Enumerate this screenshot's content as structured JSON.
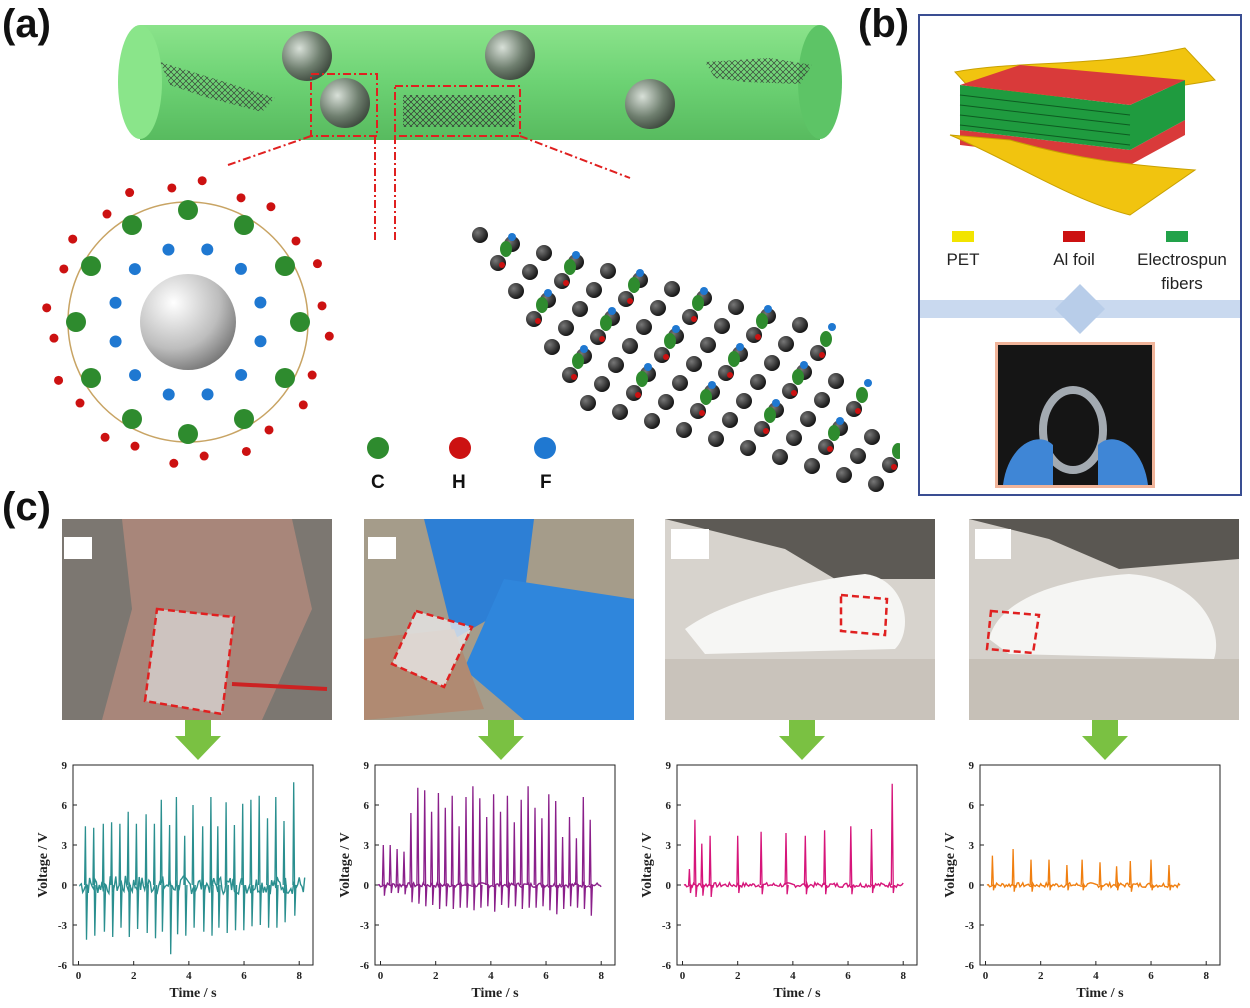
{
  "figure": {
    "panel_a_label": "(a)",
    "panel_b_label": "(b)",
    "panel_c_label": "(c)"
  },
  "panel_a": {
    "legend": [
      {
        "symbol": "C",
        "color": "#2e8b2e"
      },
      {
        "symbol": "H",
        "color": "#cc1111"
      },
      {
        "symbol": "F",
        "color": "#1f78d1"
      }
    ]
  },
  "panel_b": {
    "legend": [
      {
        "label": "PET",
        "color": "#f2e400"
      },
      {
        "label": "Al foil",
        "color": "#cc1111"
      },
      {
        "label": "Electrospun\nfibers",
        "color": "#22a24a"
      }
    ]
  },
  "panel_c": {
    "photos": [
      {
        "scene": "wrist",
        "icon": "wrist-photo"
      },
      {
        "scene": "finger-press",
        "icon": "gloved-hand-photo"
      },
      {
        "scene": "heel",
        "icon": "foot-heel-photo"
      },
      {
        "scene": "sole",
        "icon": "foot-sole-photo"
      }
    ]
  },
  "chart_data": [
    {
      "type": "line",
      "xlabel": "Time / s",
      "ylabel": "Voltage / V",
      "xlim": [
        -0.2,
        8.5
      ],
      "ylim": [
        -6,
        9
      ],
      "xticks": [
        0,
        2,
        4,
        6,
        8
      ],
      "yticks": [
        -6,
        -3,
        0,
        3,
        6,
        9
      ],
      "color": "#2a8f8f",
      "series": [
        {
          "peaks": [
            [
              0.25,
              4.4,
              -4.1
            ],
            [
              0.55,
              4.3,
              -3.8
            ],
            [
              0.9,
              4.6,
              -3.5
            ],
            [
              1.2,
              4.7,
              -3.9
            ],
            [
              1.5,
              4.6,
              -3.2
            ],
            [
              1.8,
              5.5,
              -3.9
            ],
            [
              2.1,
              4.6,
              -3.3
            ],
            [
              2.45,
              5.3,
              -3.6
            ],
            [
              2.75,
              4.6,
              -4.0
            ],
            [
              3.0,
              6.4,
              -3.5
            ],
            [
              3.3,
              4.5,
              -5.2
            ],
            [
              3.55,
              6.6,
              -3.7
            ],
            [
              3.85,
              3.7,
              -3.8
            ],
            [
              4.15,
              6.0,
              -3.2
            ],
            [
              4.5,
              4.4,
              -3.5
            ],
            [
              4.8,
              6.6,
              -3.8
            ],
            [
              5.05,
              4.4,
              -3.2
            ],
            [
              5.35,
              6.2,
              -3.6
            ],
            [
              5.65,
              4.5,
              -3.4
            ],
            [
              5.95,
              6.1,
              -3.4
            ],
            [
              6.25,
              6.4,
              -3.1
            ],
            [
              6.55,
              6.7,
              -3.0
            ],
            [
              6.85,
              5.0,
              -3.2
            ],
            [
              7.15,
              6.6,
              -3.2
            ],
            [
              7.45,
              4.8,
              -2.8
            ],
            [
              7.8,
              7.7,
              -2.3
            ]
          ]
        }
      ]
    },
    {
      "type": "line",
      "xlabel": "Time / s",
      "ylabel": "Voltage / V",
      "xlim": [
        -0.2,
        8.5
      ],
      "ylim": [
        -6,
        9
      ],
      "xticks": [
        0,
        2,
        4,
        6,
        8
      ],
      "yticks": [
        -6,
        -3,
        0,
        3,
        6,
        9
      ],
      "color": "#8a1f8a",
      "series": [
        {
          "peaks": [
            [
              0.1,
              3.0,
              -0.8
            ],
            [
              0.35,
              3.0,
              -0.6
            ],
            [
              0.6,
              2.7,
              -0.6
            ],
            [
              0.85,
              2.5,
              -0.7
            ],
            [
              1.1,
              5.4,
              -1.3
            ],
            [
              1.35,
              7.3,
              -1.4
            ],
            [
              1.6,
              7.1,
              -1.6
            ],
            [
              1.85,
              5.5,
              -1.5
            ],
            [
              2.1,
              6.9,
              -1.8
            ],
            [
              2.35,
              5.8,
              -1.6
            ],
            [
              2.6,
              6.7,
              -1.8
            ],
            [
              2.85,
              4.4,
              -1.7
            ],
            [
              3.1,
              6.6,
              -1.7
            ],
            [
              3.35,
              7.4,
              -1.9
            ],
            [
              3.6,
              6.5,
              -1.7
            ],
            [
              3.85,
              5.1,
              -1.6
            ],
            [
              4.1,
              6.8,
              -2.0
            ],
            [
              4.35,
              5.5,
              -1.5
            ],
            [
              4.6,
              6.7,
              -1.7
            ],
            [
              4.85,
              4.7,
              -1.6
            ],
            [
              5.1,
              6.4,
              -1.8
            ],
            [
              5.35,
              7.4,
              -1.7
            ],
            [
              5.6,
              5.8,
              -1.7
            ],
            [
              5.85,
              5.0,
              -1.6
            ],
            [
              6.1,
              6.8,
              -1.9
            ],
            [
              6.35,
              6.3,
              -2.2
            ],
            [
              6.6,
              3.6,
              -1.8
            ],
            [
              6.85,
              5.1,
              -1.6
            ],
            [
              7.1,
              3.5,
              -1.7
            ],
            [
              7.35,
              6.6,
              -1.8
            ],
            [
              7.6,
              4.9,
              -2.3
            ]
          ]
        }
      ]
    },
    {
      "type": "line",
      "xlabel": "Time / s",
      "ylabel": "Voltage / V",
      "xlim": [
        -0.2,
        8.5
      ],
      "ylim": [
        -6,
        9
      ],
      "xticks": [
        0,
        2,
        4,
        6,
        8
      ],
      "yticks": [
        -6,
        -3,
        0,
        3,
        6,
        9
      ],
      "color": "#d6157a",
      "series": [
        {
          "peaks": [
            [
              0.25,
              1.2,
              -0.6
            ],
            [
              0.45,
              4.9,
              -0.9
            ],
            [
              0.7,
              3.1,
              -0.8
            ],
            [
              1.0,
              3.7,
              -0.9
            ],
            [
              2.0,
              3.7,
              -0.6
            ],
            [
              2.85,
              4.0,
              -0.7
            ],
            [
              3.75,
              3.9,
              -0.7
            ],
            [
              4.45,
              3.7,
              -0.7
            ],
            [
              5.15,
              4.1,
              -0.7
            ],
            [
              6.1,
              4.4,
              -0.7
            ],
            [
              6.85,
              4.2,
              -0.6
            ],
            [
              7.6,
              7.6,
              -0.6
            ]
          ]
        }
      ]
    },
    {
      "type": "line",
      "xlabel": "Time / s",
      "ylabel": "Voltage / V",
      "xlim": [
        -0.2,
        8.5
      ],
      "ylim": [
        -6,
        9
      ],
      "xticks": [
        0,
        2,
        4,
        6,
        8
      ],
      "yticks": [
        -6,
        -3,
        0,
        3,
        6,
        9
      ],
      "color": "#f07f10",
      "series": [
        {
          "peaks": [
            [
              0.25,
              2.2,
              -0.4
            ],
            [
              1.0,
              2.7,
              -0.5
            ],
            [
              1.65,
              1.9,
              -0.5
            ],
            [
              2.3,
              1.9,
              -0.4
            ],
            [
              2.95,
              1.5,
              -0.4
            ],
            [
              3.5,
              1.9,
              -0.4
            ],
            [
              4.15,
              1.7,
              -0.4
            ],
            [
              4.75,
              1.4,
              -0.4
            ],
            [
              5.25,
              1.8,
              -0.5
            ],
            [
              6.0,
              1.9,
              -0.4
            ],
            [
              6.65,
              1.5,
              -0.4
            ]
          ]
        }
      ]
    }
  ]
}
